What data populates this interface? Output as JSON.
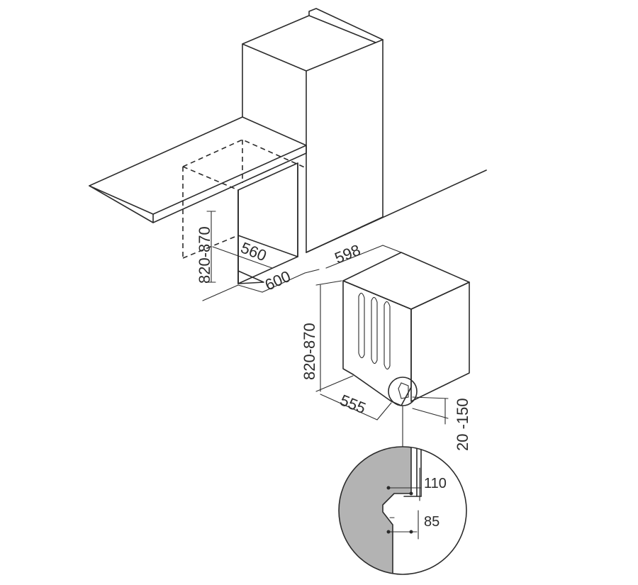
{
  "colors": {
    "line": "#2b2b2b",
    "counter_top": "#d9d9d9",
    "niche": "#b3b3b3",
    "appliance_side": "#a8a8a8",
    "appliance_top": "#8e8e8e",
    "detail_fill": "#b3b3b3",
    "background": "#ffffff"
  },
  "dimensions": {
    "niche_height": "820-870",
    "niche_depth": "560",
    "niche_width": "600",
    "appliance_width": "598",
    "appliance_height": "820-870",
    "appliance_depth": "555",
    "plinth_height": "20 -150",
    "detail_upper": "110",
    "detail_lower": "85"
  }
}
